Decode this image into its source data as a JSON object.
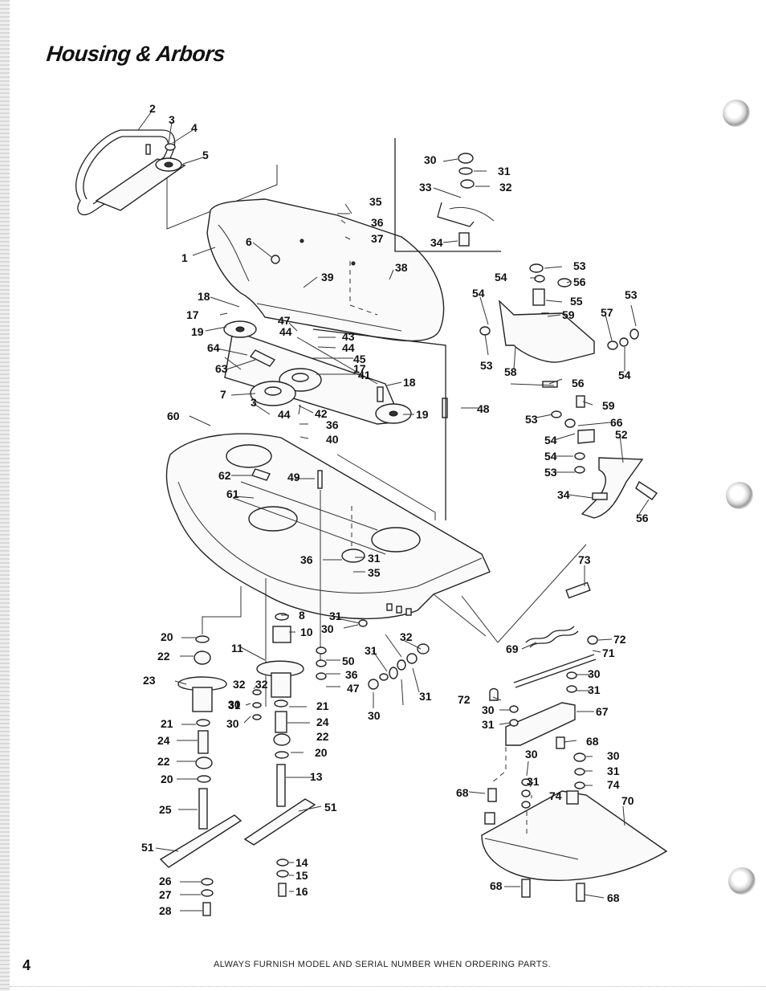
{
  "title": "Housing & Arbors",
  "page_number": "4",
  "footer": "ALWAYS FURNISH MODEL AND SERIAL NUMBER WHEN ORDERING PARTS.",
  "callouts": [
    {
      "id": "c1",
      "text": "1"
    },
    {
      "id": "c2",
      "text": "2"
    },
    {
      "id": "c3",
      "text": "3"
    },
    {
      "id": "c4",
      "text": "4"
    },
    {
      "id": "c5",
      "text": "5"
    },
    {
      "id": "c6",
      "text": "6"
    },
    {
      "id": "c7",
      "text": "7"
    },
    {
      "id": "c3b",
      "text": "3"
    },
    {
      "id": "c8",
      "text": "8"
    },
    {
      "id": "c10",
      "text": "10"
    },
    {
      "id": "c11",
      "text": "11"
    },
    {
      "id": "c13",
      "text": "13"
    },
    {
      "id": "c14",
      "text": "14"
    },
    {
      "id": "c15",
      "text": "15"
    },
    {
      "id": "c16",
      "text": "16"
    },
    {
      "id": "c17",
      "text": "17"
    },
    {
      "id": "c17b",
      "text": "17"
    },
    {
      "id": "c18",
      "text": "18"
    },
    {
      "id": "c18b",
      "text": "18"
    },
    {
      "id": "c19",
      "text": "19"
    },
    {
      "id": "c19b",
      "text": "19"
    },
    {
      "id": "c20",
      "text": "20"
    },
    {
      "id": "c20b",
      "text": "20"
    },
    {
      "id": "c20c",
      "text": "20"
    },
    {
      "id": "c21",
      "text": "21"
    },
    {
      "id": "c21b",
      "text": "21"
    },
    {
      "id": "c22",
      "text": "22"
    },
    {
      "id": "c22b",
      "text": "22"
    },
    {
      "id": "c22c",
      "text": "22"
    },
    {
      "id": "c23",
      "text": "23"
    },
    {
      "id": "c24",
      "text": "24"
    },
    {
      "id": "c24b",
      "text": "24"
    },
    {
      "id": "c25",
      "text": "25"
    },
    {
      "id": "c26",
      "text": "26"
    },
    {
      "id": "c27",
      "text": "27"
    },
    {
      "id": "c28",
      "text": "28"
    },
    {
      "id": "c30a",
      "text": "30"
    },
    {
      "id": "c31a",
      "text": "31"
    },
    {
      "id": "c32a",
      "text": "32"
    },
    {
      "id": "c33",
      "text": "33"
    },
    {
      "id": "c34a",
      "text": "34"
    },
    {
      "id": "c35a",
      "text": "35"
    },
    {
      "id": "c36a",
      "text": "36"
    },
    {
      "id": "c37",
      "text": "37"
    },
    {
      "id": "c38",
      "text": "38"
    },
    {
      "id": "c39",
      "text": "39"
    },
    {
      "id": "c47a",
      "text": "47"
    },
    {
      "id": "c44a",
      "text": "44"
    },
    {
      "id": "c43",
      "text": "43"
    },
    {
      "id": "c44b",
      "text": "44"
    },
    {
      "id": "c45",
      "text": "45"
    },
    {
      "id": "c41",
      "text": "41"
    },
    {
      "id": "c64",
      "text": "64"
    },
    {
      "id": "c63",
      "text": "63"
    },
    {
      "id": "c44c",
      "text": "44"
    },
    {
      "id": "c42",
      "text": "42"
    },
    {
      "id": "c36b",
      "text": "36"
    },
    {
      "id": "c40",
      "text": "40"
    },
    {
      "id": "c48",
      "text": "48"
    },
    {
      "id": "c60",
      "text": "60"
    },
    {
      "id": "c62",
      "text": "62"
    },
    {
      "id": "c61",
      "text": "61"
    },
    {
      "id": "c49",
      "text": "49"
    },
    {
      "id": "c36c",
      "text": "36"
    },
    {
      "id": "c31b",
      "text": "31"
    },
    {
      "id": "c35b",
      "text": "35"
    },
    {
      "id": "c31c",
      "text": "31"
    },
    {
      "id": "c30b",
      "text": "30"
    },
    {
      "id": "c30c",
      "text": "30"
    },
    {
      "id": "c32b",
      "text": "32"
    },
    {
      "id": "c50",
      "text": "50"
    },
    {
      "id": "c36d",
      "text": "36"
    },
    {
      "id": "c47b",
      "text": "47"
    },
    {
      "id": "c31d",
      "text": "31"
    },
    {
      "id": "c30d",
      "text": "30"
    },
    {
      "id": "c32c",
      "text": "32"
    },
    {
      "id": "c31e",
      "text": "31"
    },
    {
      "id": "c32d",
      "text": "32"
    },
    {
      "id": "c31f",
      "text": "31"
    },
    {
      "id": "c30e",
      "text": "30"
    },
    {
      "id": "c51a",
      "text": "51"
    },
    {
      "id": "c51b",
      "text": "51"
    },
    {
      "id": "c53a",
      "text": "53"
    },
    {
      "id": "c54a",
      "text": "54"
    },
    {
      "id": "c56a",
      "text": "56"
    },
    {
      "id": "c54b",
      "text": "54"
    },
    {
      "id": "c55",
      "text": "55"
    },
    {
      "id": "c59a",
      "text": "59"
    },
    {
      "id": "c53b",
      "text": "53"
    },
    {
      "id": "c58",
      "text": "58"
    },
    {
      "id": "c53c",
      "text": "53"
    },
    {
      "id": "c57",
      "text": "57"
    },
    {
      "id": "c54c",
      "text": "54"
    },
    {
      "id": "c56b",
      "text": "56"
    },
    {
      "id": "c59b",
      "text": "59"
    },
    {
      "id": "c53d",
      "text": "53"
    },
    {
      "id": "c66",
      "text": "66"
    },
    {
      "id": "c54d",
      "text": "54"
    },
    {
      "id": "c52",
      "text": "52"
    },
    {
      "id": "c54e",
      "text": "54"
    },
    {
      "id": "c53e",
      "text": "53"
    },
    {
      "id": "c34b",
      "text": "34"
    },
    {
      "id": "c56c",
      "text": "56"
    },
    {
      "id": "c73",
      "text": "73"
    },
    {
      "id": "c69",
      "text": "69"
    },
    {
      "id": "c72a",
      "text": "72"
    },
    {
      "id": "c71",
      "text": "71"
    },
    {
      "id": "c30f",
      "text": "30"
    },
    {
      "id": "c31g",
      "text": "31"
    },
    {
      "id": "c72b",
      "text": "72"
    },
    {
      "id": "c30g",
      "text": "30"
    },
    {
      "id": "c67",
      "text": "67"
    },
    {
      "id": "c31h",
      "text": "31"
    },
    {
      "id": "c68a",
      "text": "68"
    },
    {
      "id": "c30h",
      "text": "30"
    },
    {
      "id": "c30i",
      "text": "30"
    },
    {
      "id": "c31i",
      "text": "31"
    },
    {
      "id": "c31j",
      "text": "31"
    },
    {
      "id": "c74a",
      "text": "74"
    },
    {
      "id": "c68b",
      "text": "68"
    },
    {
      "id": "c74b",
      "text": "74"
    },
    {
      "id": "c70",
      "text": "70"
    },
    {
      "id": "c68c",
      "text": "68"
    },
    {
      "id": "c68d",
      "text": "68"
    }
  ]
}
